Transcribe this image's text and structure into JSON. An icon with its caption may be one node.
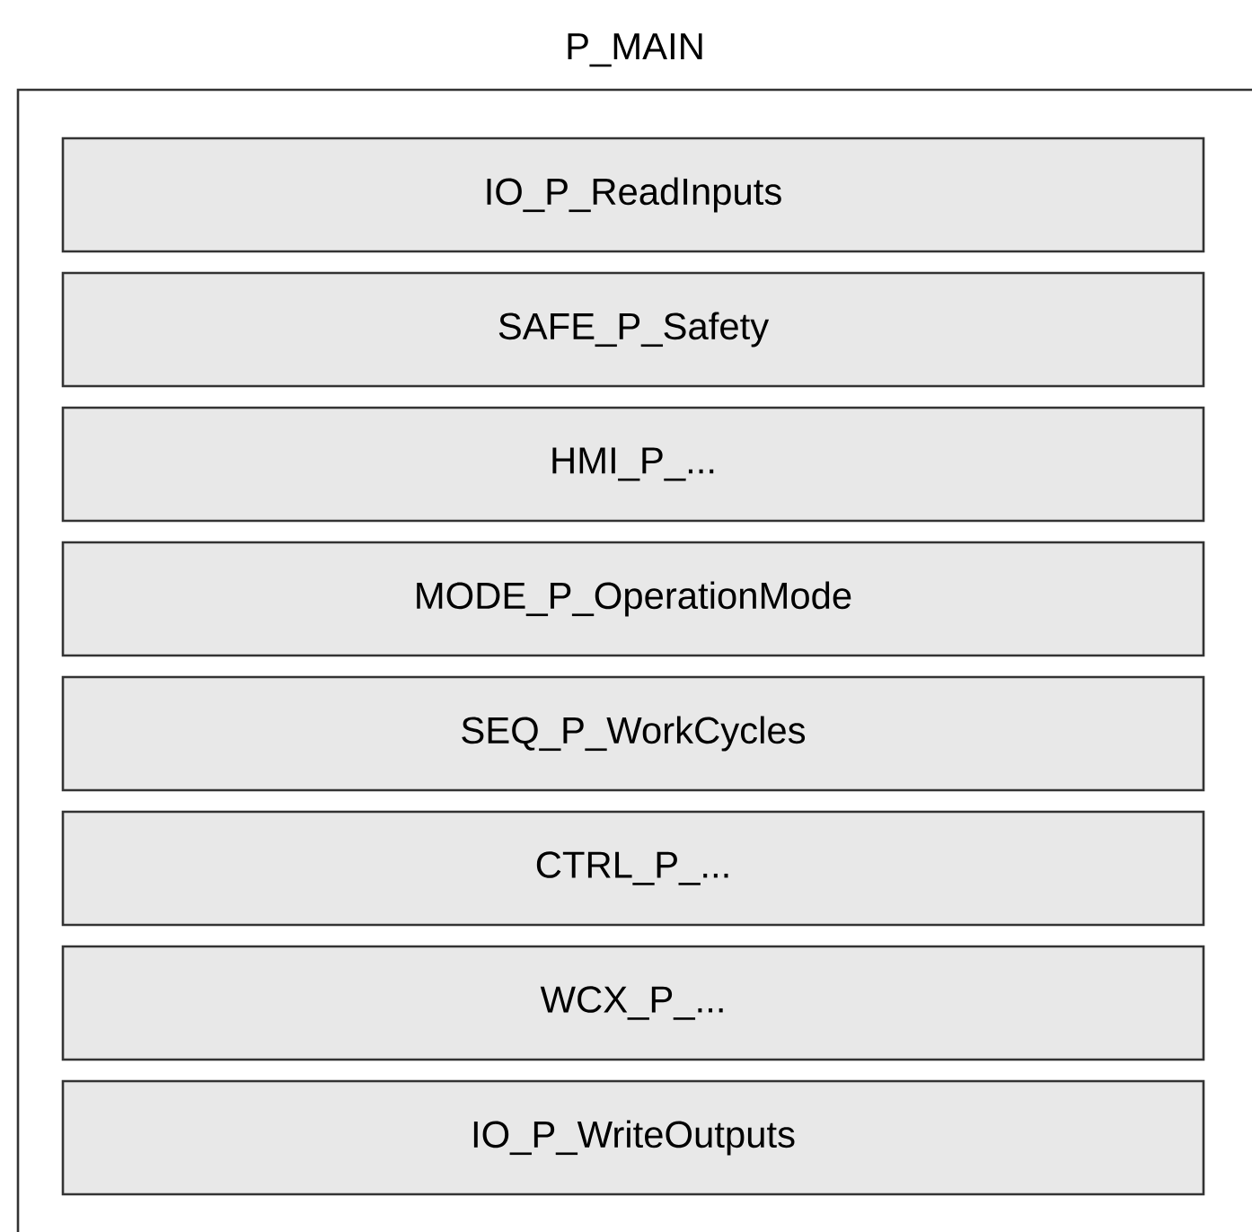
{
  "diagram": {
    "nodes": [
      {
        "text": [
          "P_MAIN"
        ]
      },
      {
        "text": [
          "IO_P_ReadInputs"
        ],
        "in": 0
      },
      {
        "text": [
          "SAFE_P_Safety"
        ],
        "in": 0
      },
      {
        "text": [
          "HMI_P_..."
        ],
        "in": 0
      },
      {
        "text": [
          "MODE_P_OperationMode"
        ],
        "in": 0
      },
      {
        "text": [
          "SEQ_P_WorkCycles"
        ],
        "in": 0
      },
      {
        "text": [
          "CTRL_P_..."
        ],
        "in": 0
      },
      {
        "text": [
          "WCX_P_..."
        ],
        "in": 0
      },
      {
        "text": [
          "IO_P_WriteOutputs"
        ],
        "in": 0
      }
    ]
  }
}
